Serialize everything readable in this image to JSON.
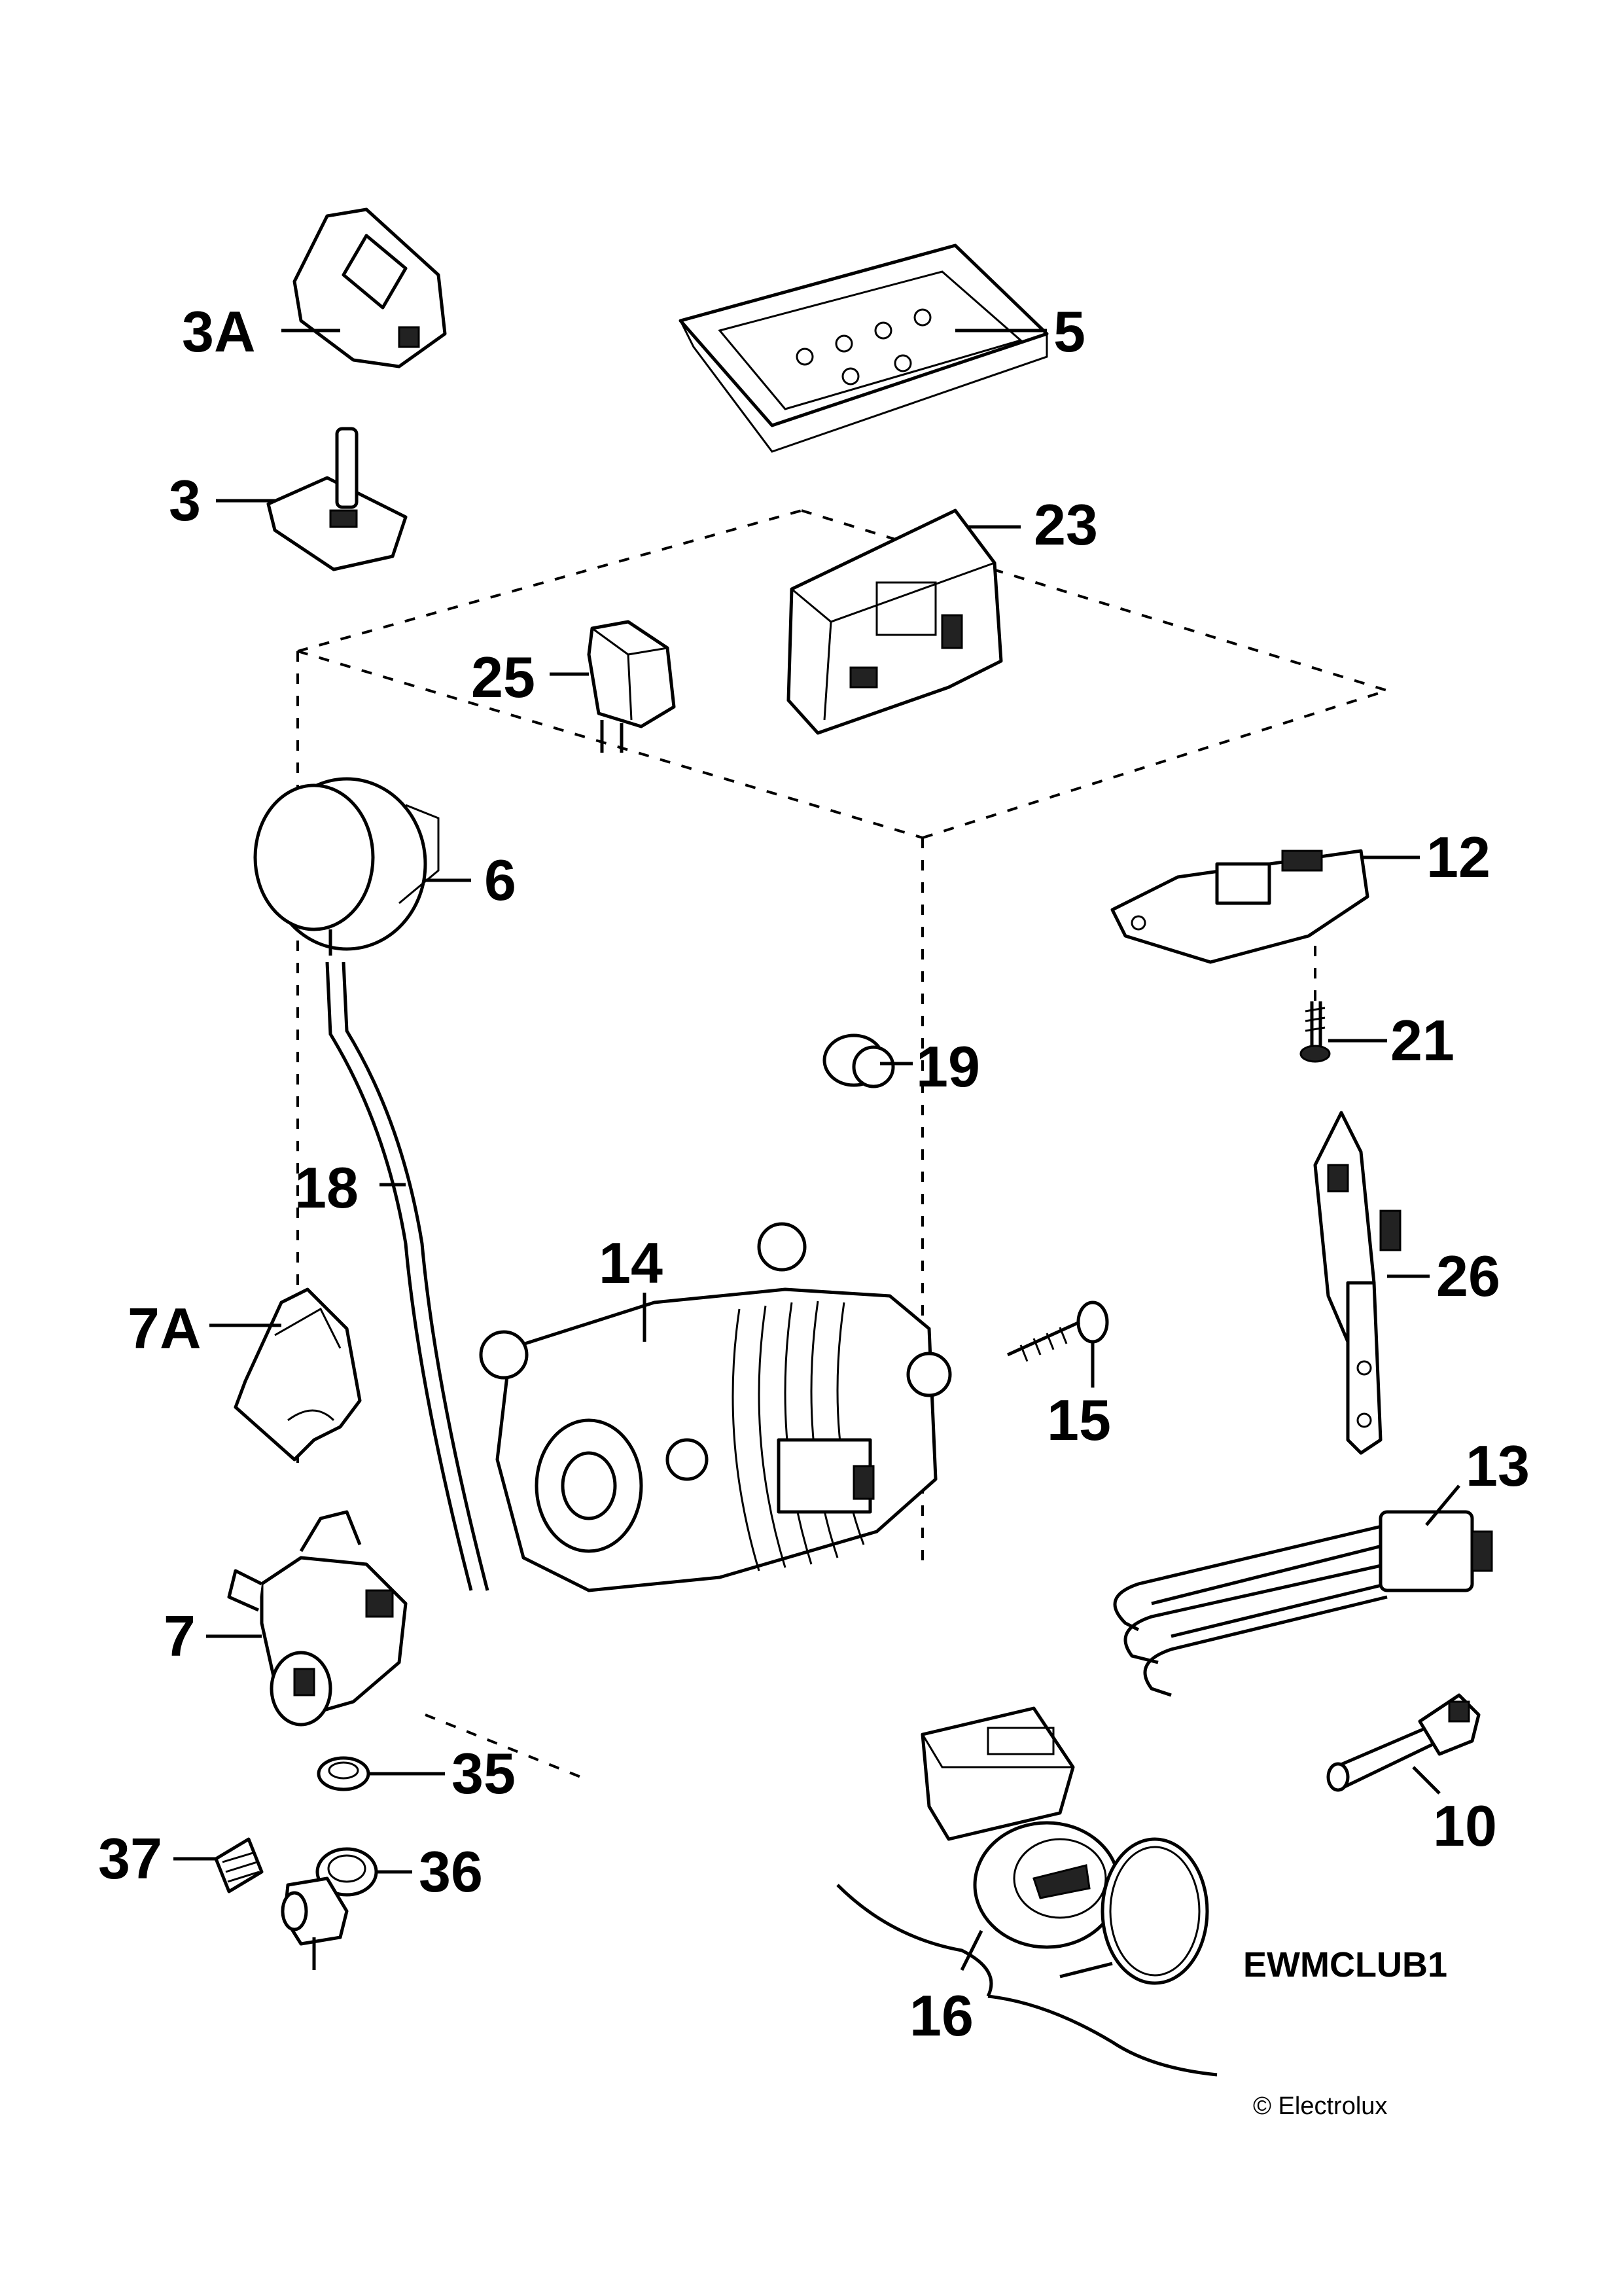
{
  "diagram": {
    "callouts": {
      "p3A": "3A",
      "p5": "5",
      "p3": "3",
      "p23": "23",
      "p25": "25",
      "p6": "6",
      "p12": "12",
      "p21": "21",
      "p19": "19",
      "p18": "18",
      "p14": "14",
      "p26": "26",
      "p7A": "7A",
      "p15": "15",
      "p13": "13",
      "p7": "7",
      "p35": "35",
      "p10": "10",
      "p37": "37",
      "p36": "36",
      "p16": "16"
    },
    "model_code": "EWMCLUB1",
    "copyright": "© Electrolux"
  }
}
